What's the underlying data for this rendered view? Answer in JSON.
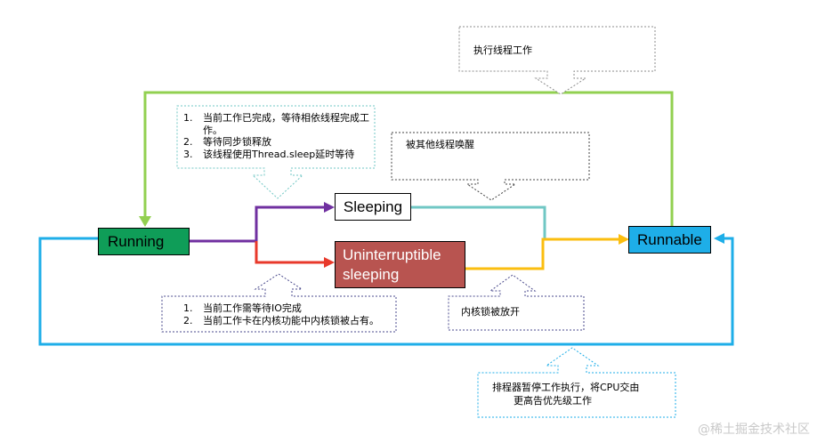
{
  "states": {
    "running": {
      "label": "Running",
      "fill": "#0f9d58"
    },
    "sleeping": {
      "label": "Sleeping",
      "fill": "#ffffff"
    },
    "uninterruptible": {
      "line1": "Uninterruptible",
      "line2": "sleeping",
      "fill": "#b85450"
    },
    "runnable": {
      "label": "Runnable",
      "fill": "#1eaee8"
    }
  },
  "notes": {
    "run_thread": {
      "text": "执行线程工作"
    },
    "sleep_reasons": {
      "items": [
        {
          "num": "1.",
          "text": "当前工作已完成，等待相依线程完成工作。"
        },
        {
          "num": "2.",
          "text": "等待同步锁释放"
        },
        {
          "num": "3.",
          "text": "该线程使用Thread.sleep延时等待"
        }
      ]
    },
    "woken": {
      "text": "被其他线程唤醒"
    },
    "io_reasons": {
      "items": [
        {
          "num": "1.",
          "text": "当前工作需等待IO完成"
        },
        {
          "num": "2.",
          "text": "当前工作卡在内核功能中内核锁被占有。"
        }
      ]
    },
    "lock_released": {
      "text": "内核锁被放开"
    },
    "scheduler": {
      "line1": "排程器暂停工作执行，将CPU交由",
      "line2": "更高告优先级工作"
    }
  },
  "colors": {
    "green_path": "#92d050",
    "purple_path": "#7030a0",
    "red_path": "#e8392b",
    "teal_path": "#70c7c4",
    "yellow_path": "#fbbe0f",
    "blue_path": "#1eaee8"
  },
  "watermark": "@稀土掘金技术社区"
}
